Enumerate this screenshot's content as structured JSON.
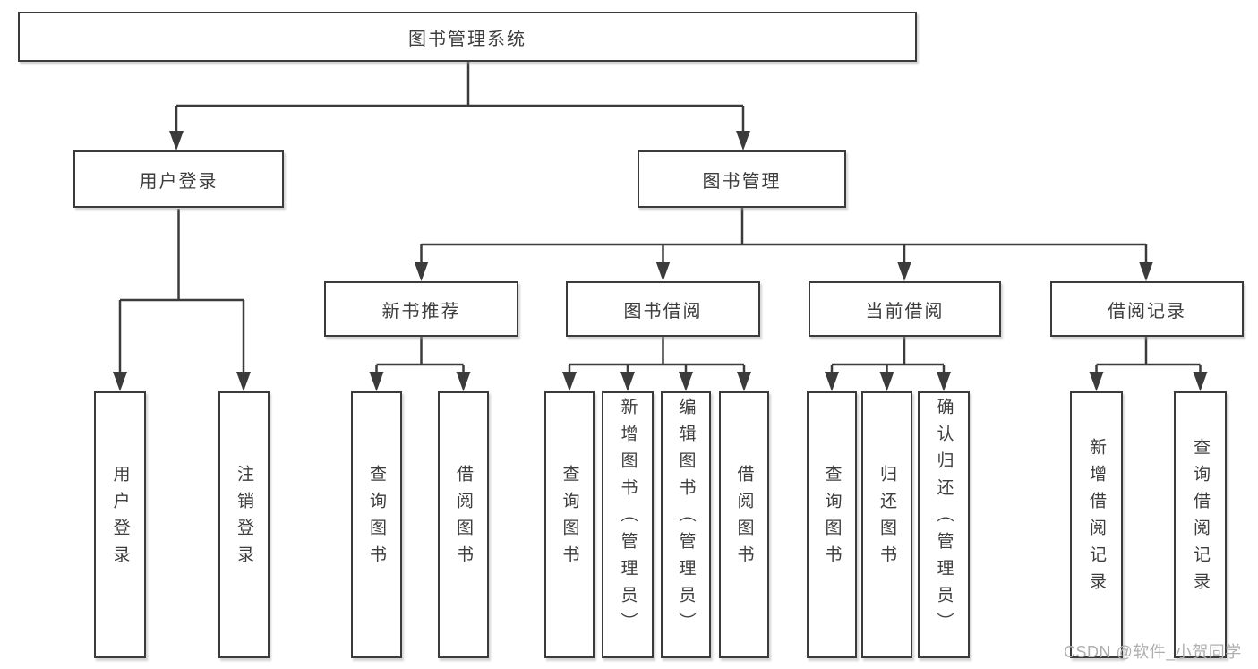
{
  "diagram": {
    "title": "图书管理系统",
    "root": {
      "label": "图书管理系统"
    },
    "level2": [
      {
        "label": "用户登录"
      },
      {
        "label": "图书管理"
      }
    ],
    "level3": [
      {
        "label": "新书推荐"
      },
      {
        "label": "图书借阅"
      },
      {
        "label": "当前借阅"
      },
      {
        "label": "借阅记录"
      }
    ],
    "leaves": {
      "user": [
        "用户登录",
        "注销登录"
      ],
      "newbook": [
        "查询图书",
        "借阅图书"
      ],
      "borrow": [
        "查询图书",
        "新增图书（管理员）",
        "编辑图书（管理员）",
        "借阅图书"
      ],
      "current": [
        "查询图书",
        "归还图书",
        "确认归还（管理员）"
      ],
      "records": [
        "新增借阅记录",
        "查询借阅记录"
      ]
    }
  },
  "watermark": {
    "text": "CSDN @软件_小贺同学"
  },
  "colors": {
    "line": "#3b3b3b",
    "border": "#3b3b3b",
    "text": "#3d3d3d",
    "background": "#ffffff",
    "watermark": "#aeaeae"
  }
}
